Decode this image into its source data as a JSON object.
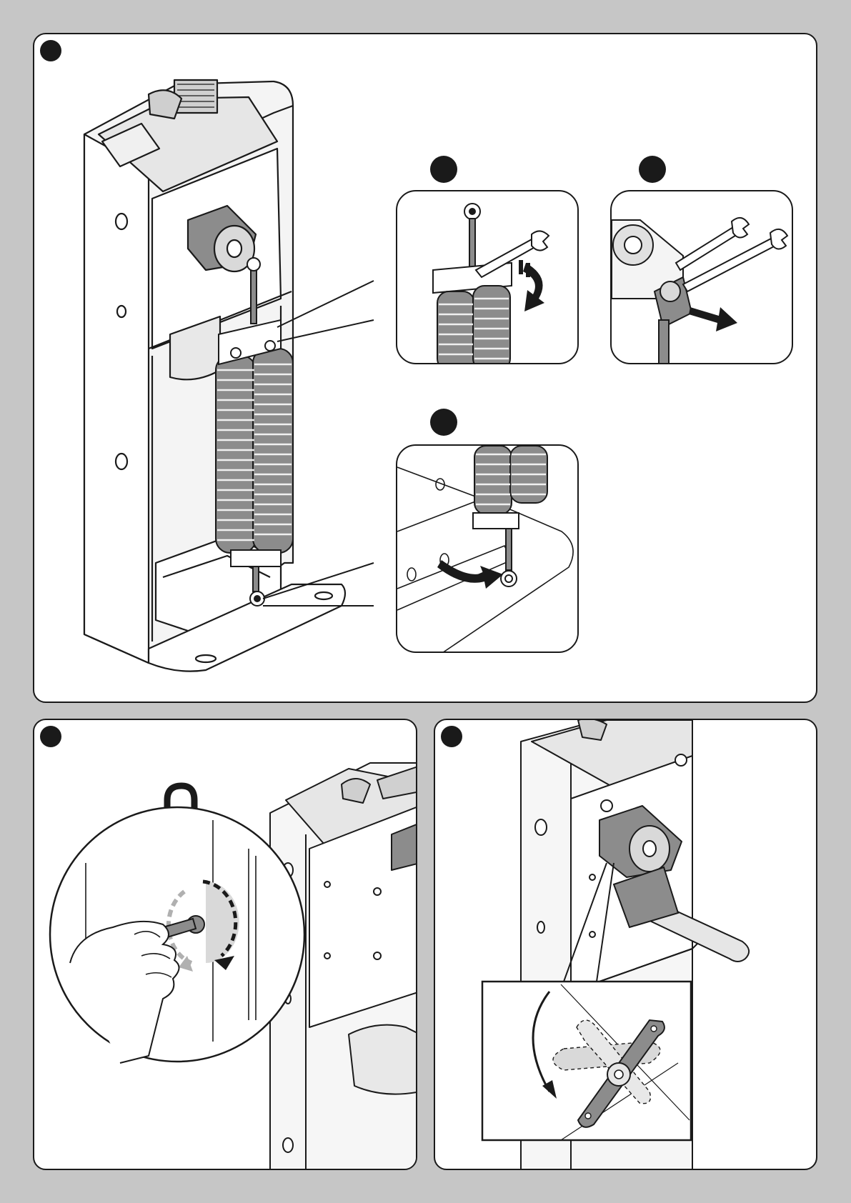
{
  "colors": {
    "page_background": "#c6c6c6",
    "panel_background": "#ffffff",
    "ink": "#1a1a1a",
    "shade": "#8c8c8c",
    "light_shade": "#d9d9d9"
  },
  "steps": [
    {
      "id": "top",
      "label": ""
    },
    {
      "id": "bottom-left",
      "label": ""
    },
    {
      "id": "bottom-right",
      "label": ""
    }
  ],
  "substeps": [
    {
      "id": "wrench-adjust",
      "label": ""
    },
    {
      "id": "wrench-remove",
      "label": ""
    },
    {
      "id": "lower-eyelet",
      "label": ""
    }
  ],
  "icons": {
    "unlock": "unlock-icon",
    "key": "key-icon",
    "hammer": "hammer-icon",
    "wrench": "wrench-icon",
    "rotate_arrow": "rotate-arrow-icon",
    "spring": "spring-icon"
  }
}
